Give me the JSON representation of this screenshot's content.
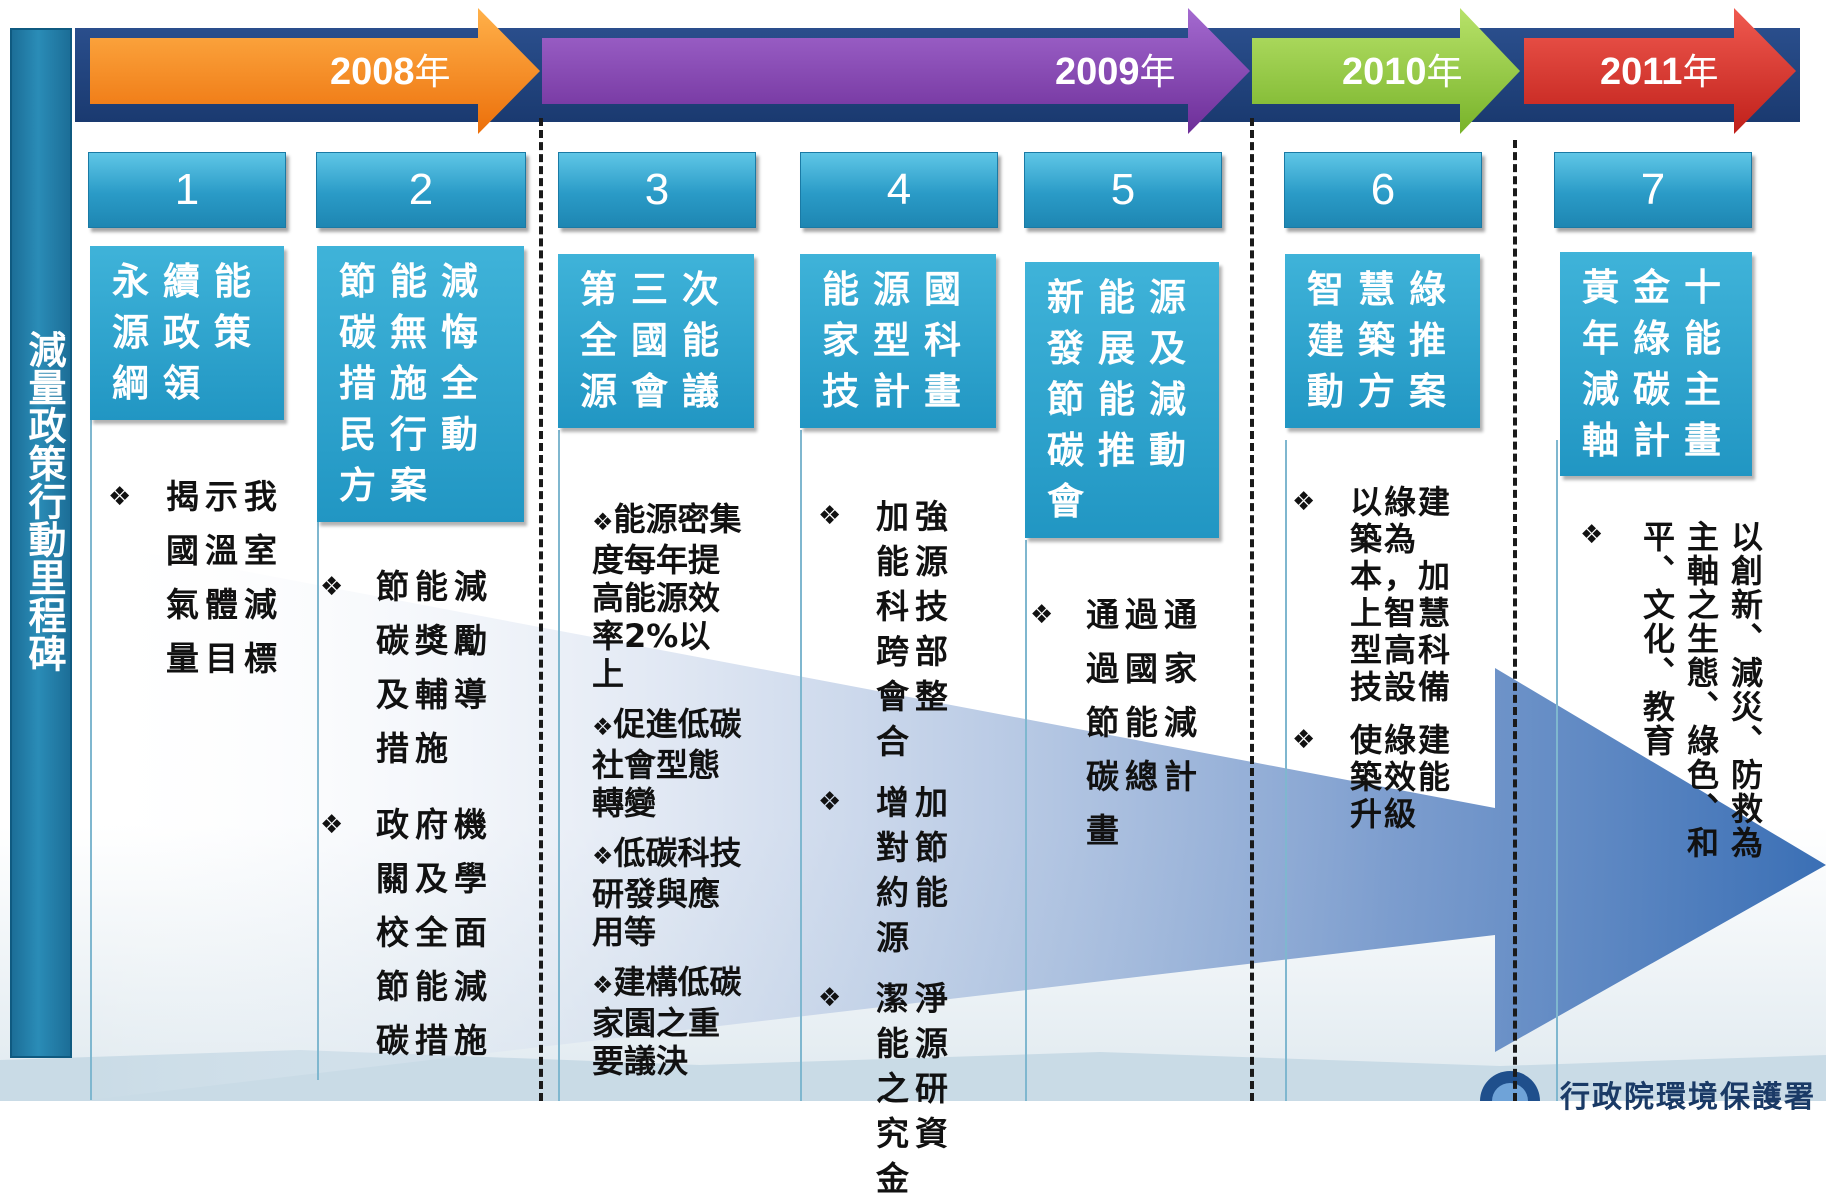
{
  "sidebar": {
    "title": "減量政策行動里程碑"
  },
  "timeline": {
    "years": [
      {
        "year": "2008",
        "suffix": "年",
        "color": "#f0821e"
      },
      {
        "year": "2009",
        "suffix": "年",
        "color": "#7f3fa8"
      },
      {
        "year": "2010",
        "suffix": "年",
        "color": "#8cc63f"
      },
      {
        "year": "2011",
        "suffix": "年",
        "color": "#d8312a"
      }
    ]
  },
  "columns": [
    {
      "number": "1",
      "title": "永續能源政策綱領",
      "bullets": [
        "揭示我國溫室氣體減量目標"
      ]
    },
    {
      "number": "2",
      "title": "節能減碳無悔措施全民行動方案",
      "bullets": [
        "節能減碳獎勵及輔導措施",
        "政府機關及學校全面節能減碳措施"
      ]
    },
    {
      "number": "3",
      "title": "第三次全國能源會議",
      "bullets": [
        "能源密集度每年提高能源效率2%以上",
        "促進低碳社會型態轉變",
        "低碳科技研發與應用等",
        "建構低碳家園之重要議決"
      ]
    },
    {
      "number": "4",
      "title": "能源國家型科技計畫",
      "bullets": [
        "加強能源科技跨部會整合",
        "增加對節約能源",
        "潔淨能源之研究資金"
      ]
    },
    {
      "number": "5",
      "title": "新能源發展及節能減碳推動會",
      "bullets": [
        "通過通過國家節能減碳總計畫"
      ]
    },
    {
      "number": "6",
      "title": "智慧綠建築推動方案",
      "bullets": [
        "以綠建築為本，加上智慧型高科技設備",
        "使綠建築效能升級"
      ]
    },
    {
      "number": "7",
      "title": "黃金十年綠能減碳主軸計畫",
      "bullets": [
        "以創新、減災、防救為主軸之生態、綠色、和平、文化、教育"
      ]
    }
  ],
  "footer": {
    "logo_text": "行政院環境保護署"
  },
  "icons": {
    "bullet": "diamond-quad-icon"
  },
  "colors": {
    "accent": "#2196c3",
    "arrow": "#3a6fb5"
  }
}
